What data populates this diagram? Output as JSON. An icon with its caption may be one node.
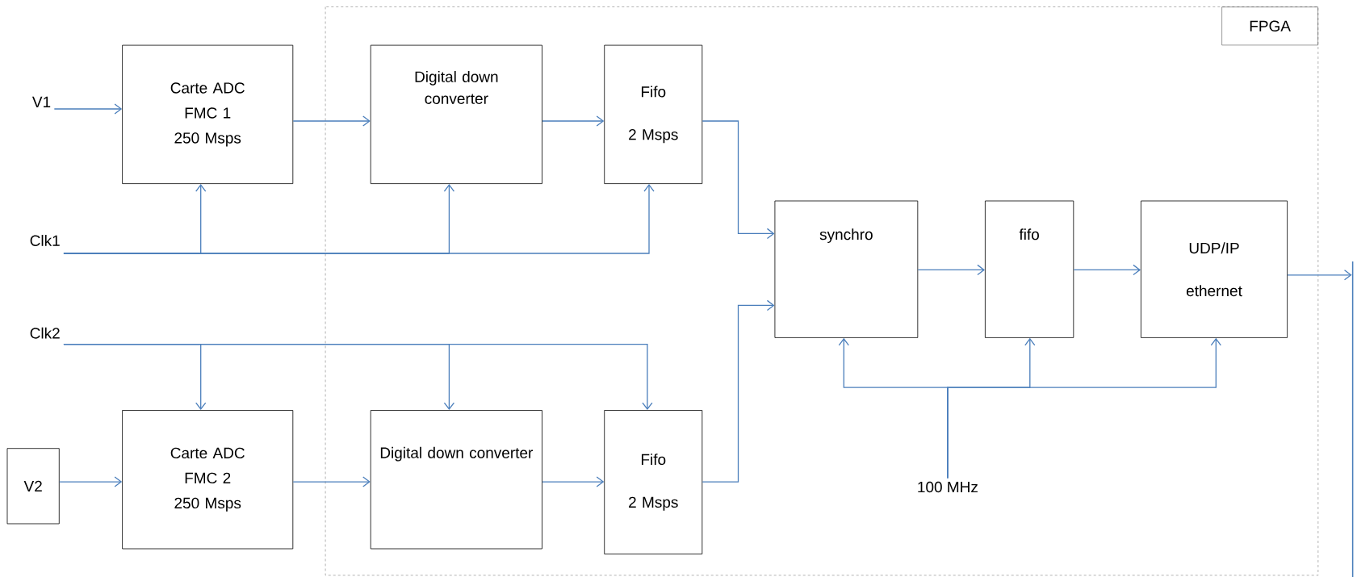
{
  "diagram": {
    "nodes": [
      {
        "text": [
          "FPGA"
        ]
      },
      {
        "text": [
          "V1"
        ]
      },
      {
        "text": [
          "Carte ADC",
          "FMC 1",
          "250 Msps"
        ]
      },
      {
        "text": [
          "Digital down converter"
        ],
        "in": 0
      },
      {
        "text": [
          "Fifo",
          "2 Msps"
        ],
        "in": 0
      },
      {
        "text": [
          "Clk1"
        ]
      },
      {
        "text": [
          "synchro"
        ],
        "in": 0
      },
      {
        "text": [
          "fifo"
        ],
        "in": 0
      },
      {
        "text": [
          "UDP/IP",
          "ethernet"
        ],
        "in": 0
      },
      {
        "text": [
          "Clk2"
        ]
      },
      {
        "text": [
          "V2"
        ]
      },
      {
        "text": [
          "Carte ADC",
          "FMC 2",
          "250 Msps"
        ]
      },
      {
        "text": [
          "Digital down converter"
        ],
        "in": 0
      },
      {
        "text": [
          "Fifo",
          "2 Msps"
        ],
        "in": 0
      },
      {
        "text": [
          "100 MHz"
        ],
        "in": 0
      },
      {
        "text": [],
        "shape": "bar"
      }
    ],
    "edges": [
      {
        "from": 1,
        "to": 2,
        "arrow": "to"
      },
      {
        "from": 2,
        "to": 3,
        "arrow": "to"
      },
      {
        "from": 3,
        "to": 4,
        "arrow": "to"
      },
      {
        "from": 4,
        "to": 6,
        "arrow": "to"
      },
      {
        "from": 5,
        "to": 2,
        "arrow": "to"
      },
      {
        "from": 5,
        "to": 3,
        "arrow": "to"
      },
      {
        "from": 5,
        "to": 4,
        "arrow": "to"
      },
      {
        "from": 9,
        "to": 11,
        "arrow": "to"
      },
      {
        "from": 9,
        "to": 12,
        "arrow": "to"
      },
      {
        "from": 9,
        "to": 13,
        "arrow": "to"
      },
      {
        "from": 10,
        "to": 11,
        "arrow": "to"
      },
      {
        "from": 11,
        "to": 12,
        "arrow": "to"
      },
      {
        "from": 12,
        "to": 13,
        "arrow": "to"
      },
      {
        "from": 13,
        "to": 6,
        "arrow": "to"
      },
      {
        "from": 6,
        "to": 7,
        "arrow": "to"
      },
      {
        "from": 7,
        "to": 8,
        "arrow": "to"
      },
      {
        "from": 8,
        "to": 15,
        "arrow": "to"
      },
      {
        "from": 14,
        "to": 6,
        "arrow": "to"
      },
      {
        "from": 14,
        "to": 7,
        "arrow": "to"
      },
      {
        "from": 14,
        "to": 8,
        "arrow": "to"
      }
    ]
  }
}
